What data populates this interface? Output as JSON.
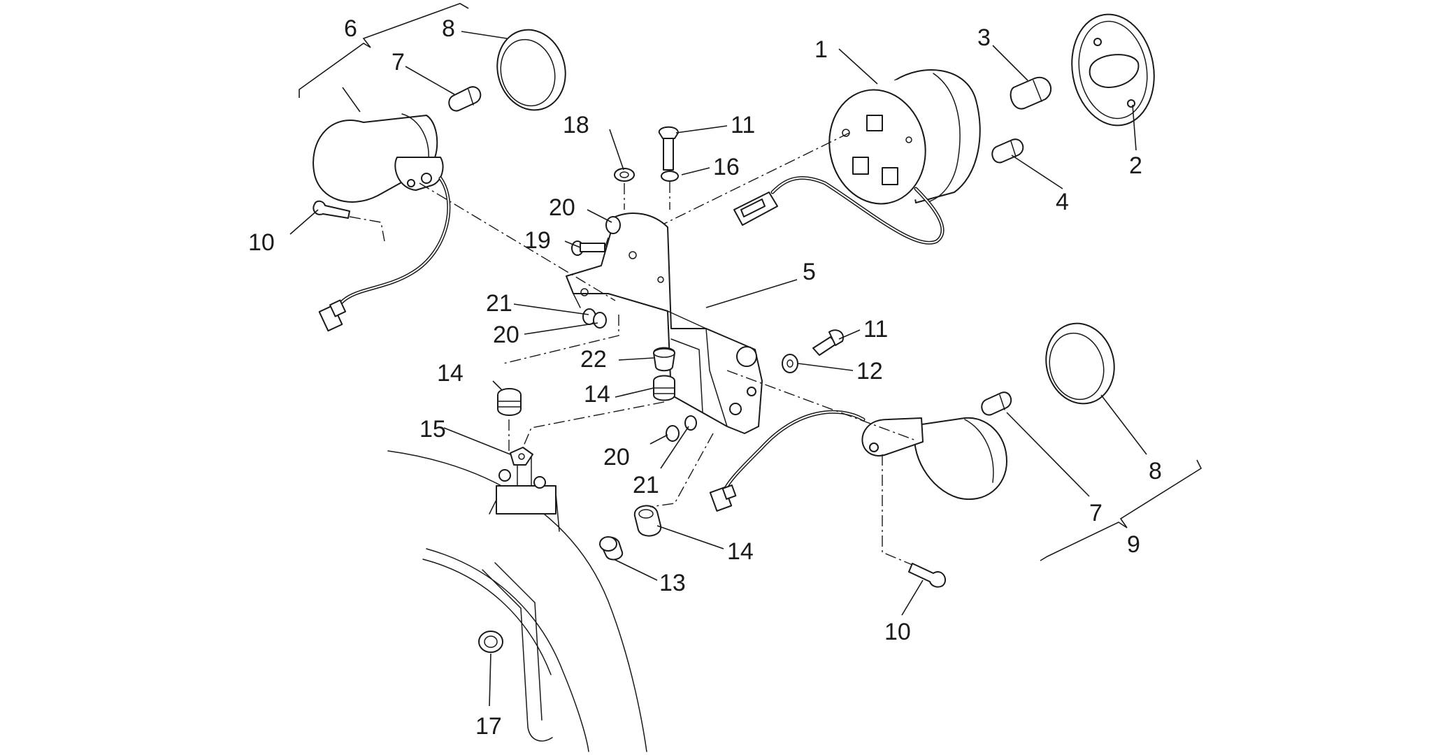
{
  "callouts": {
    "c1": "1",
    "c2": "2",
    "c3": "3",
    "c4": "4",
    "c5": "5",
    "c6": "6",
    "c7a": "7",
    "c7b": "7",
    "c8a": "8",
    "c8b": "8",
    "c9": "9",
    "c10a": "10",
    "c10b": "10",
    "c11a": "11",
    "c11b": "11",
    "c12": "12",
    "c13": "13",
    "c14a": "14",
    "c14b": "14",
    "c14c": "14",
    "c15": "15",
    "c16": "16",
    "c17": "17",
    "c18": "18",
    "c19": "19",
    "c20a": "20",
    "c20b": "20",
    "c20c": "20",
    "c21a": "21",
    "c21b": "21",
    "c22": "22"
  },
  "colors": {
    "line": "#1a1a1a",
    "background": "#ffffff"
  }
}
